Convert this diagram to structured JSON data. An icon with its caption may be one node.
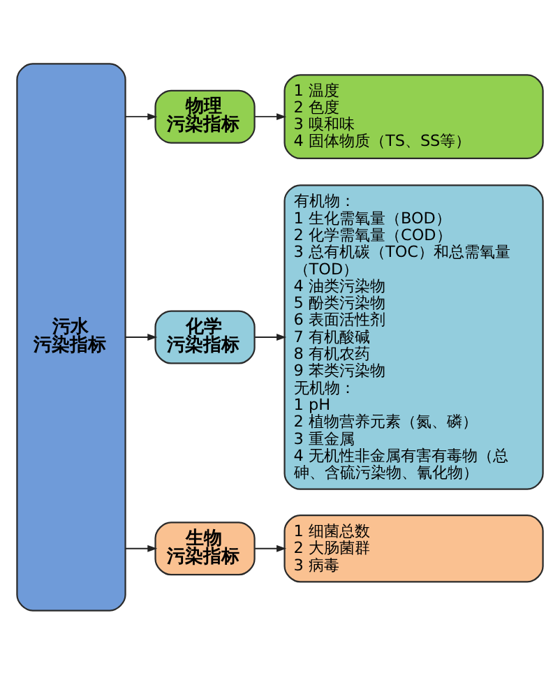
{
  "diagram": {
    "nodes": [
      {
        "text": [
          "污水污染指标"
        ]
      },
      {
        "text": [
          "物理污染指标"
        ]
      },
      {
        "text": [
          "1 温度",
          "2 色度",
          "3 嗅和味",
          "4 固体物质（TS、SS等）"
        ]
      },
      {
        "text": [
          "化学污染指标"
        ]
      },
      {
        "text": [
          "有机物：",
          "1 生化需氧量（BOD）",
          "2 化学需氧量（COD）",
          "3 总有机碳（TOC）和总需氧量（TOD）",
          "4 油类污染物",
          "5 酚类污染物",
          "6 表面活性剂",
          "7 有机酸碱",
          "8 有机农药",
          "9 苯类污染物",
          "无机物：",
          "1 pH",
          "2 植物营养元素（氮、磷）",
          "3 重金属",
          "4 无机性非金属有害有毒物（总砷、含硫污染物、氰化物）"
        ]
      },
      {
        "text": [
          "生物污染指标"
        ]
      },
      {
        "text": [
          "1 细菌总数",
          "2 大肠菌群",
          "3 病毒"
        ]
      }
    ],
    "edges": [
      {
        "from": 0,
        "to": 1,
        "arrow": "to"
      },
      {
        "from": 1,
        "to": 2,
        "arrow": "to"
      },
      {
        "from": 0,
        "to": 3,
        "arrow": "to"
      },
      {
        "from": 3,
        "to": 4,
        "arrow": "to"
      },
      {
        "from": 0,
        "to": 5,
        "arrow": "to"
      },
      {
        "from": 5,
        "to": 6,
        "arrow": "to"
      }
    ]
  }
}
